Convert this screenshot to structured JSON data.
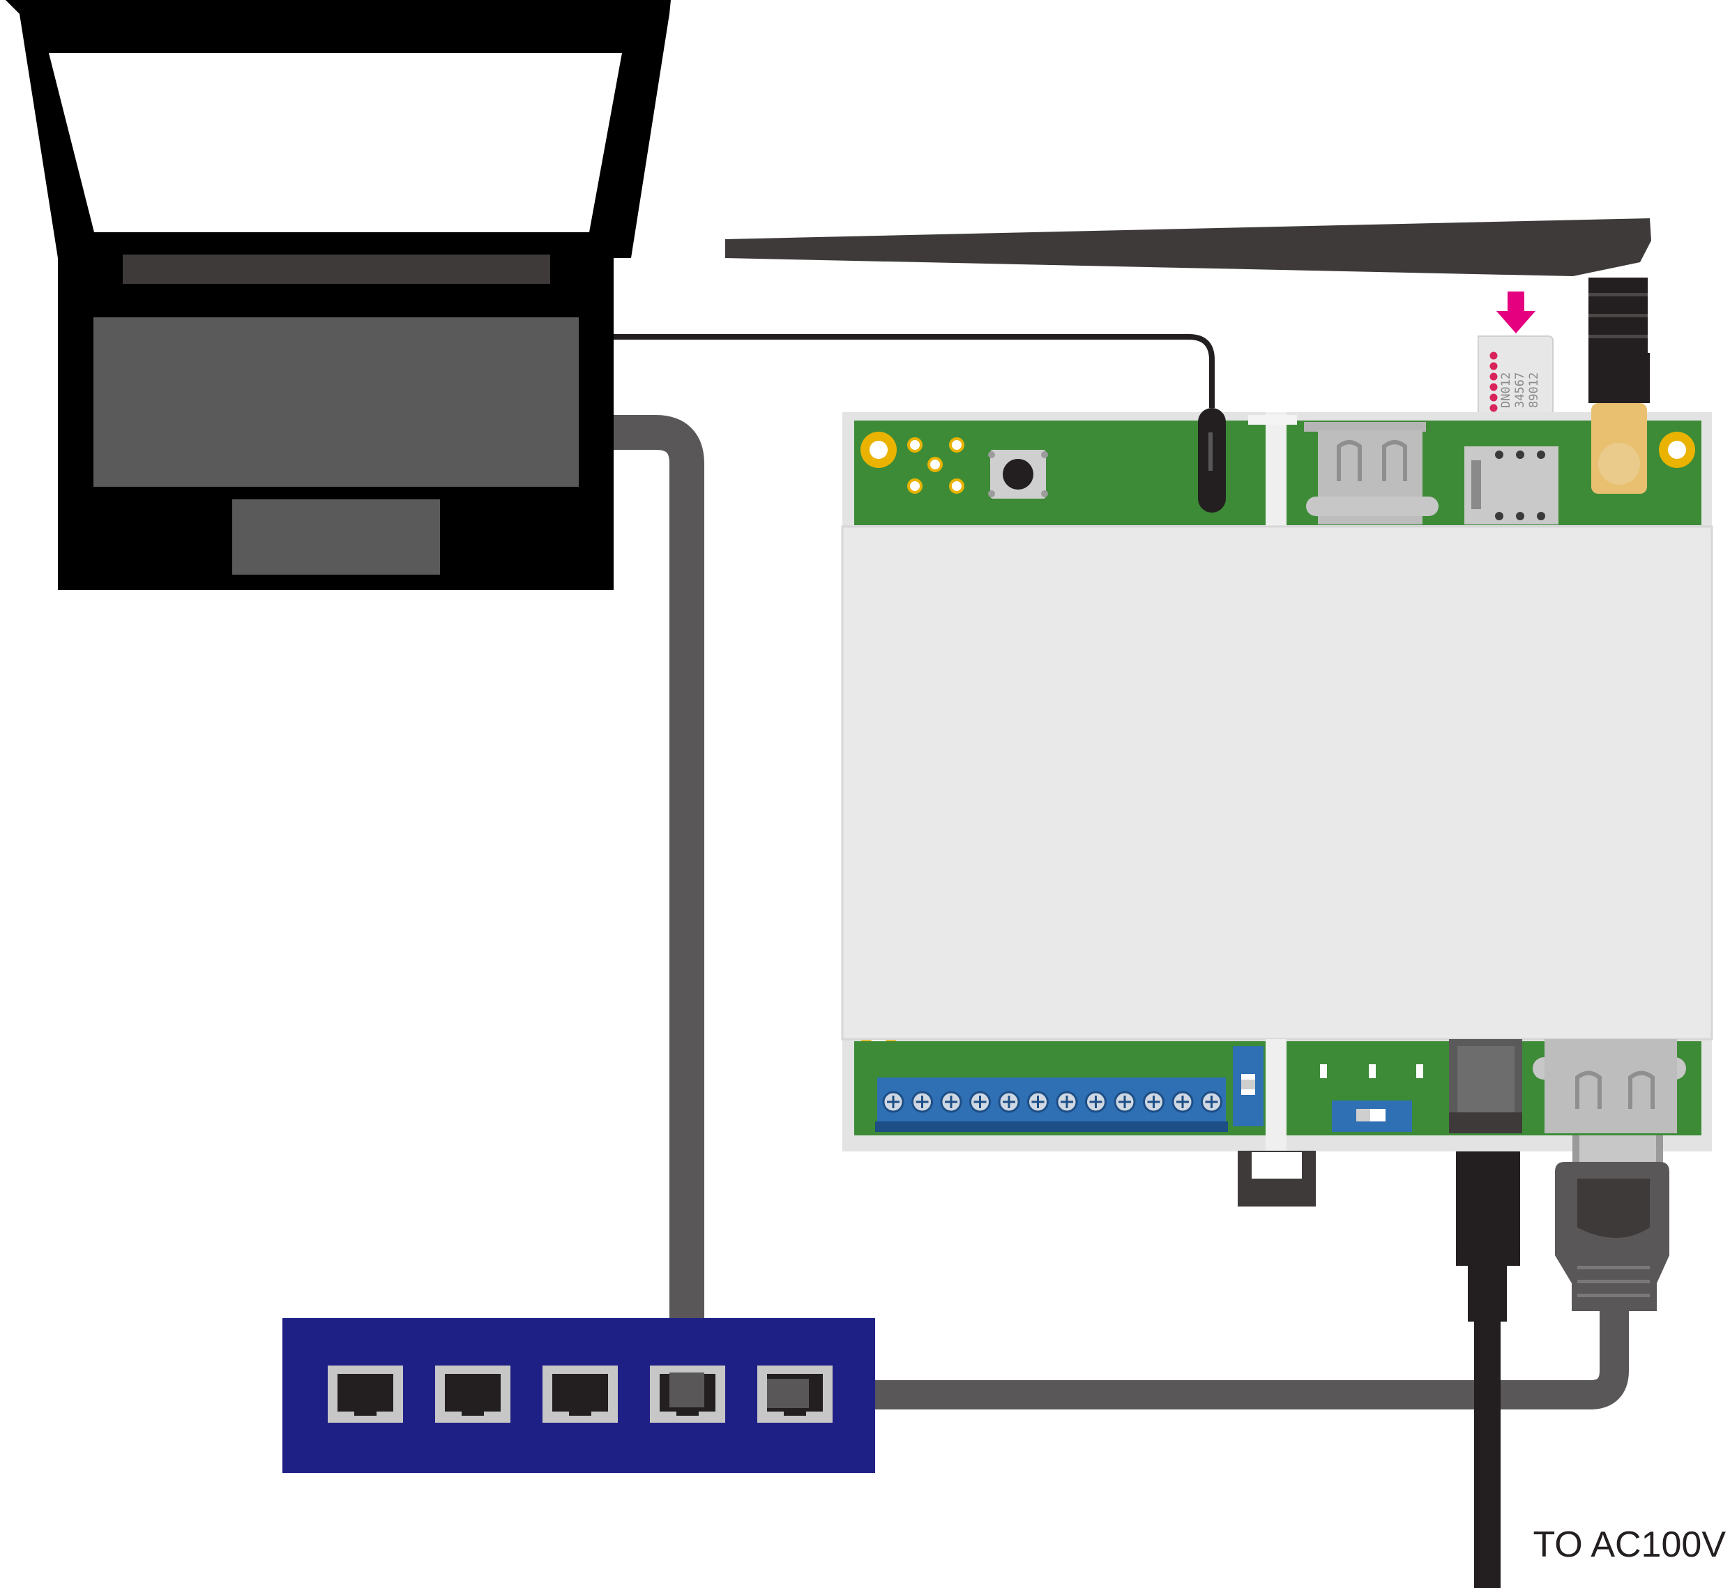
{
  "labels": {
    "power_destination": "TO AC100V"
  },
  "sim_card": {
    "lines": [
      "DN012",
      "34567",
      "89012"
    ]
  },
  "switch": {
    "port_count": 5
  },
  "terminal_block": {
    "screw_count": 12
  },
  "colors": {
    "laptop": "#000000",
    "laptop_screen": "#5b5a5a",
    "laptop_bar": "#3e3a39",
    "switch_body": "#1f2086",
    "board_green": "#3d8b37",
    "case_light": "#e9e9e9",
    "lan_cable": "#595757",
    "power_cable": "#231f20",
    "antenna": "#3e3a39",
    "sim_arrow": "#e4007f",
    "sim_dots": "#d8245a",
    "terminal_blue": "#2f6fb3",
    "sma_gold": "#e8c070"
  }
}
